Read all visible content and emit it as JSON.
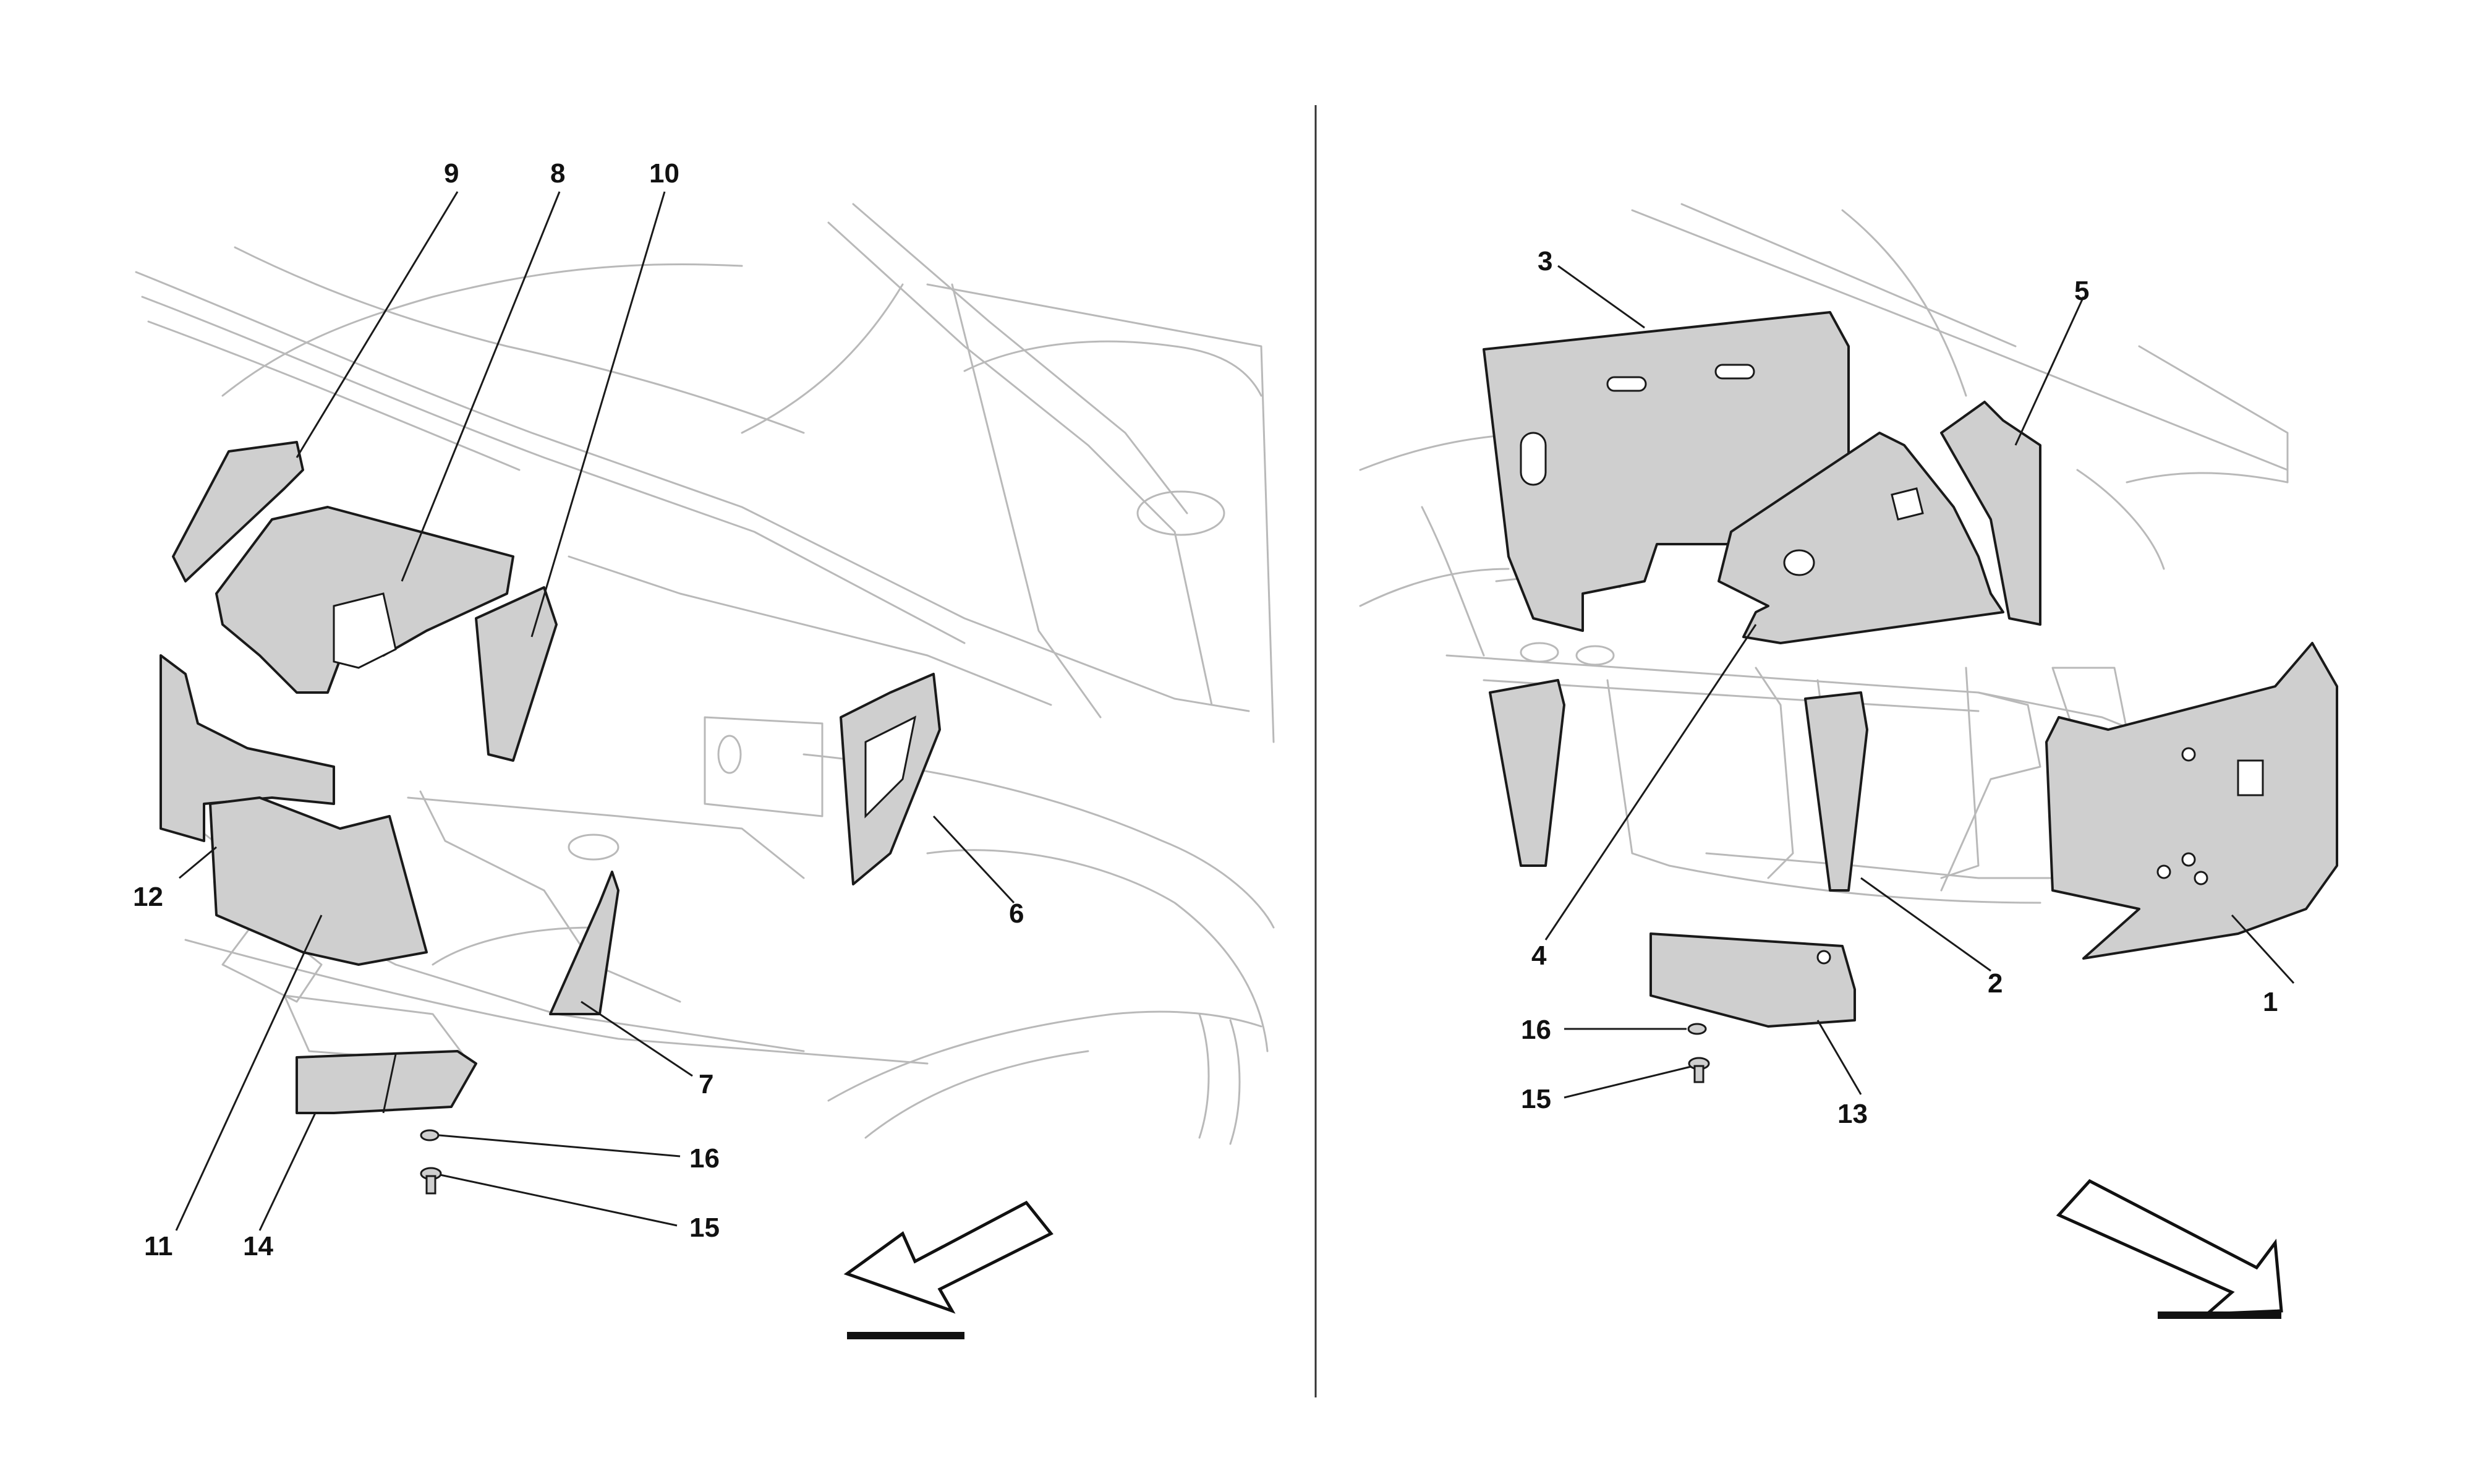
{
  "left_view": {
    "callouts": [
      "9",
      "8",
      "10",
      "12",
      "11",
      "14",
      "6",
      "7",
      "16",
      "15"
    ]
  },
  "right_view": {
    "callouts": [
      "3",
      "5",
      "4",
      "2",
      "1",
      "16",
      "15",
      "13"
    ]
  },
  "colors": {
    "part_fill": "#cfcfcf",
    "outline": "#1a1a1a",
    "ghost_lines": "#b9b9b9"
  },
  "icons": [
    "left-direction-arrow-icon",
    "right-direction-arrow-icon",
    "screw-icon",
    "washer-icon"
  ]
}
